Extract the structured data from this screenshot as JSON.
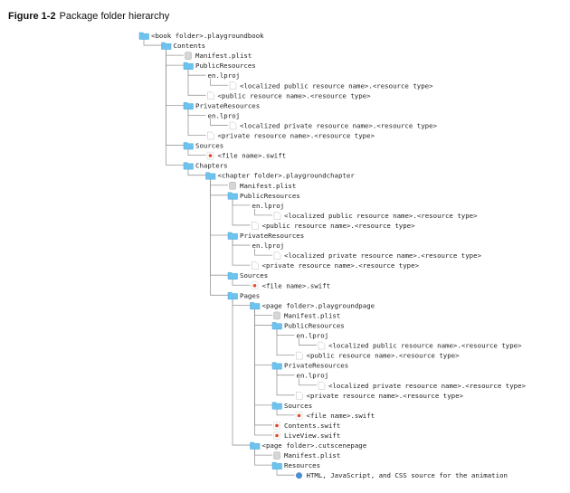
{
  "figure": {
    "number": "Figure 1-2",
    "title": "Package folder hierarchy"
  },
  "icon_colors": {
    "folder": "#6ec3ee",
    "folder_dark": "#47a8dc",
    "plist": "#d6d6d6",
    "file": "#ffffff",
    "swift": "#e34a2c",
    "resource": "#4a90d9"
  },
  "tree": [
    {
      "d": 0,
      "icon": "folder-icon",
      "label": "<book folder>.playgroundbook"
    },
    {
      "d": 1,
      "icon": "folder-icon",
      "label": "Contents"
    },
    {
      "d": 2,
      "icon": "plist-icon",
      "label": "Manifest.plist"
    },
    {
      "d": 2,
      "icon": "folder-icon",
      "label": "PublicResources"
    },
    {
      "d": 3,
      "icon": "none",
      "label": "en.lproj"
    },
    {
      "d": 4,
      "icon": "file-icon",
      "label": "<localized public resource name>.<resource type>"
    },
    {
      "d": 3,
      "icon": "file-icon",
      "label": "<public resource name>.<resource type>"
    },
    {
      "d": 2,
      "icon": "folder-icon",
      "label": "PrivateResources"
    },
    {
      "d": 3,
      "icon": "none",
      "label": "en.lproj"
    },
    {
      "d": 4,
      "icon": "file-icon",
      "label": "<localized private resource name>.<resource type>"
    },
    {
      "d": 3,
      "icon": "file-icon",
      "label": "<private resource name>.<resource type>"
    },
    {
      "d": 2,
      "icon": "folder-icon",
      "label": "Sources"
    },
    {
      "d": 3,
      "icon": "swift-icon",
      "label": "<file name>.swift"
    },
    {
      "d": 2,
      "icon": "folder-icon",
      "label": "Chapters"
    },
    {
      "d": 3,
      "icon": "folder-icon",
      "label": "<chapter folder>.playgroundchapter"
    },
    {
      "d": 4,
      "icon": "plist-icon",
      "label": "Manifest.plist"
    },
    {
      "d": 4,
      "icon": "folder-icon",
      "label": "PublicResources"
    },
    {
      "d": 5,
      "icon": "none",
      "label": "en.lproj"
    },
    {
      "d": 6,
      "icon": "file-icon",
      "label": "<localized public resource name>.<resource type>"
    },
    {
      "d": 5,
      "icon": "file-icon",
      "label": "<public resource name>.<resource type>"
    },
    {
      "d": 4,
      "icon": "folder-icon",
      "label": "PrivateResources"
    },
    {
      "d": 5,
      "icon": "none",
      "label": "en.lproj"
    },
    {
      "d": 6,
      "icon": "file-icon",
      "label": "<localized private resource name>.<resource type>"
    },
    {
      "d": 5,
      "icon": "file-icon",
      "label": "<private resource name>.<resource type>"
    },
    {
      "d": 4,
      "icon": "folder-icon",
      "label": "Sources"
    },
    {
      "d": 5,
      "icon": "swift-icon",
      "label": "<file name>.swift"
    },
    {
      "d": 4,
      "icon": "folder-icon",
      "label": "Pages"
    },
    {
      "d": 5,
      "icon": "folder-icon",
      "label": "<page folder>.playgroundpage"
    },
    {
      "d": 6,
      "icon": "plist-icon",
      "label": "Manifest.plist"
    },
    {
      "d": 6,
      "icon": "folder-icon",
      "label": "PublicResources"
    },
    {
      "d": 7,
      "icon": "none",
      "label": "en.lproj"
    },
    {
      "d": 8,
      "icon": "file-icon",
      "label": "<localized public resource name>.<resource type>"
    },
    {
      "d": 7,
      "icon": "file-icon",
      "label": "<public resource name>.<resource type>"
    },
    {
      "d": 6,
      "icon": "folder-icon",
      "label": "PrivateResources"
    },
    {
      "d": 7,
      "icon": "none",
      "label": "en.lproj"
    },
    {
      "d": 8,
      "icon": "file-icon",
      "label": "<localized private resource name>.<resource type>"
    },
    {
      "d": 7,
      "icon": "file-icon",
      "label": "<private resource name>.<resource type>"
    },
    {
      "d": 6,
      "icon": "folder-icon",
      "label": "Sources"
    },
    {
      "d": 7,
      "icon": "swift-icon",
      "label": "<file name>.swift"
    },
    {
      "d": 6,
      "icon": "swift-icon",
      "label": "Contents.swift"
    },
    {
      "d": 6,
      "icon": "swift-icon",
      "label": "LiveView.swift"
    },
    {
      "d": 5,
      "icon": "folder-icon",
      "label": "<page folder>.cutscenepage"
    },
    {
      "d": 6,
      "icon": "plist-icon",
      "label": "Manifest.plist"
    },
    {
      "d": 6,
      "icon": "folder-icon",
      "label": "Resources"
    },
    {
      "d": 7,
      "icon": "resource-icon",
      "label": "HTML, JavaScript, and CSS source for the animation"
    }
  ]
}
